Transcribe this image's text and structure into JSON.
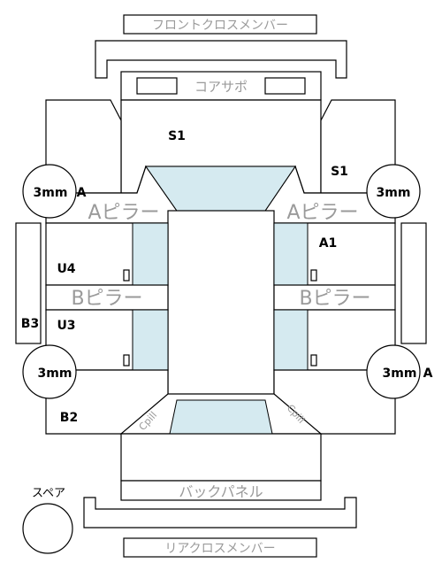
{
  "labels": {
    "front_cross_member": "フロントクロスメンバー",
    "core_support": "コアサポ",
    "a_pillar_left": "Aピラー",
    "a_pillar_right": "Aピラー",
    "b_pillar_left": "Bピラー",
    "b_pillar_right": "Bピラー",
    "back_panel": "バックパネル",
    "rear_cross_member": "リアクロスメンバー",
    "spare": "スペア"
  },
  "panels": {
    "s1_top": "S1",
    "s1_right": "S1",
    "a1": "A1",
    "u4": "U4",
    "u3": "U3",
    "b3": "B3",
    "b2": "B2"
  },
  "tires": {
    "front_left": "3mm",
    "front_left_mark": "A",
    "front_right": "3mm",
    "rear_left": "3mm",
    "rear_right": "3mm",
    "rear_right_mark": "A"
  },
  "pillar_marks": {
    "front_left": "Cpill",
    "front_right": "Cpill"
  }
}
